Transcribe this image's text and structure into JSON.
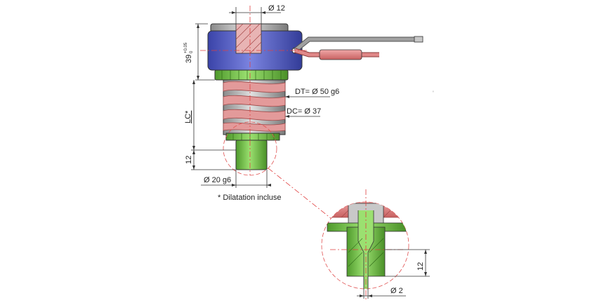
{
  "labels": {
    "bore_diameter": "Ø 12",
    "height_dim": "39",
    "height_tol_upper": "+0.05",
    "height_tol_lower": "0",
    "dt": "DT= Ø 50 g6",
    "dc": "DC= Ø 37",
    "lc": "LC*",
    "tip_length": "12",
    "tip_diameter": "Ø 20 g6",
    "footnote": "* Dilatation incluse",
    "detail_length": "12",
    "detail_diameter": "Ø 2"
  },
  "colors": {
    "body_blue": "#5a63c8",
    "coil_red": "#d98080",
    "nozzle_green": "#7ec850",
    "cable_grey": "#8a8a8a",
    "connector_red": "#d06a6a",
    "centerline": "#e04040"
  }
}
